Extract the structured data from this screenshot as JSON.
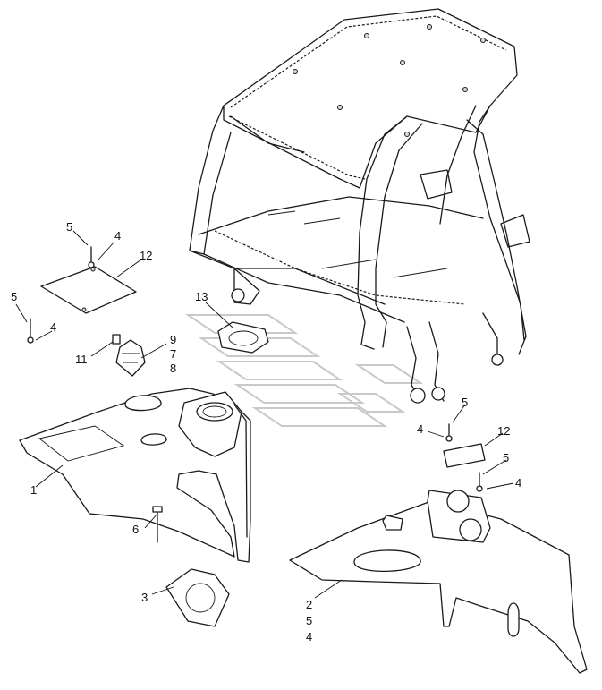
{
  "callouts": [
    {
      "id": "c1",
      "text": "1"
    },
    {
      "id": "c2",
      "text": "2"
    },
    {
      "id": "c3",
      "text": "3"
    },
    {
      "id": "c4a",
      "text": "4"
    },
    {
      "id": "c4b",
      "text": "4"
    },
    {
      "id": "c4c",
      "text": "4"
    },
    {
      "id": "c4d",
      "text": "4"
    },
    {
      "id": "c4e",
      "text": "4"
    },
    {
      "id": "c5a",
      "text": "5"
    },
    {
      "id": "c5b",
      "text": "5"
    },
    {
      "id": "c5c",
      "text": "5"
    },
    {
      "id": "c5d",
      "text": "5"
    },
    {
      "id": "c5e",
      "text": "5"
    },
    {
      "id": "c6",
      "text": "6"
    },
    {
      "id": "c7",
      "text": "7"
    },
    {
      "id": "c8",
      "text": "8"
    },
    {
      "id": "c9",
      "text": "9"
    },
    {
      "id": "c11",
      "text": "11"
    },
    {
      "id": "c12a",
      "text": "12"
    },
    {
      "id": "c12b",
      "text": "12"
    },
    {
      "id": "c13",
      "text": "13"
    }
  ],
  "colors": {
    "line": "#1a1a1a",
    "paper": "#ffffff",
    "watermark": "#c9c9c9",
    "shade": "#d9d9d9"
  }
}
